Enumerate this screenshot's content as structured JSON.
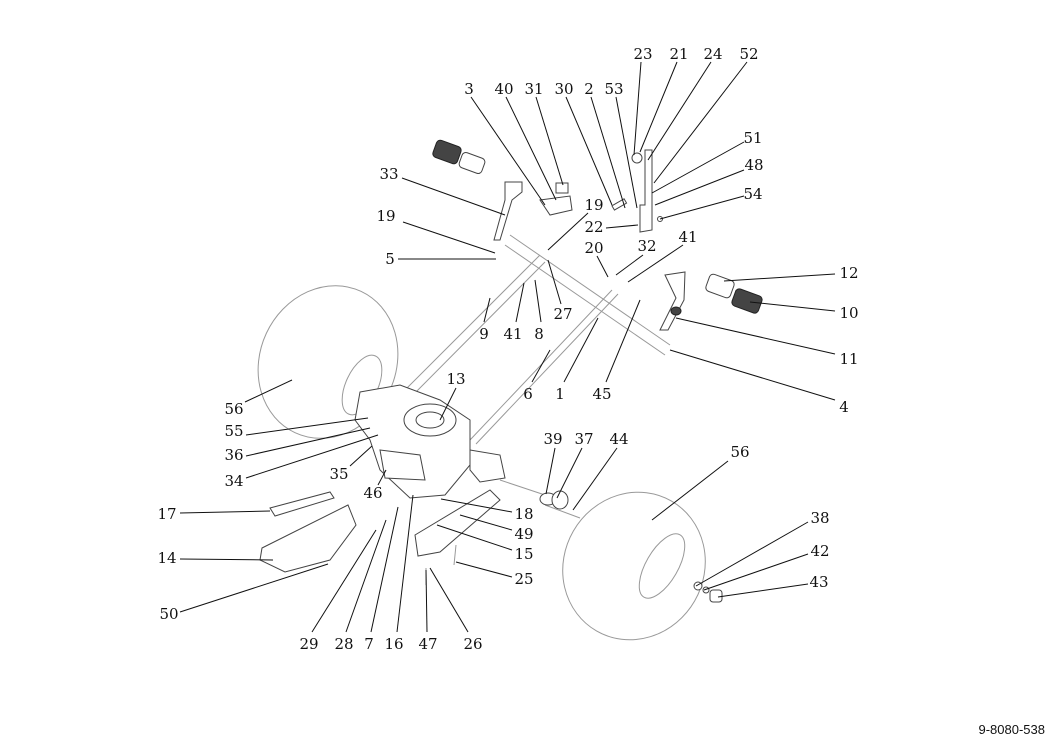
{
  "diagram": {
    "document_number": "9-8080-538",
    "labels": [
      "23",
      "21",
      "24",
      "52",
      "3",
      "40",
      "31",
      "30",
      "2",
      "53",
      "51",
      "48",
      "54",
      "33",
      "19",
      "19",
      "22",
      "20",
      "32",
      "41",
      "5",
      "12",
      "10",
      "11",
      "4",
      "9",
      "41",
      "8",
      "27",
      "6",
      "1",
      "45",
      "13",
      "56",
      "55",
      "36",
      "34",
      "35",
      "46",
      "39",
      "37",
      "44",
      "56",
      "18",
      "49",
      "15",
      "25",
      "17",
      "14",
      "50",
      "38",
      "42",
      "43",
      "29",
      "28",
      "7",
      "16",
      "47",
      "26"
    ]
  }
}
